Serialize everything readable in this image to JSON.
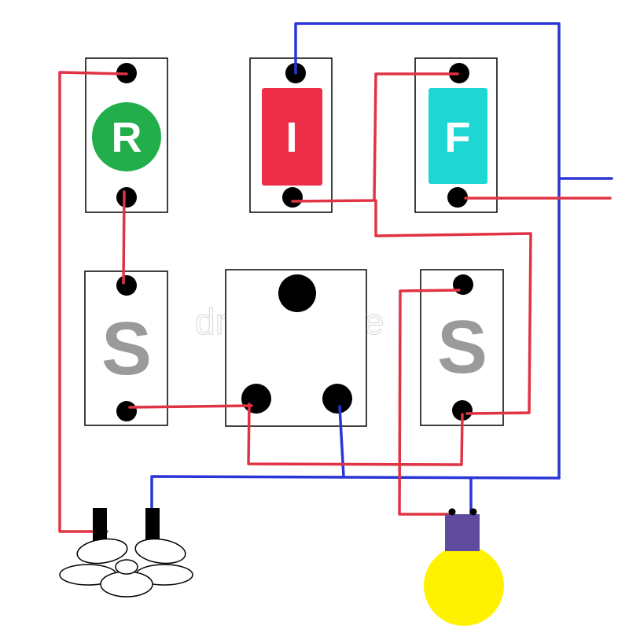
{
  "switches": [
    {
      "id": "regulator",
      "label": "R",
      "color": "#22ae4a"
    },
    {
      "id": "indicator",
      "label": "I",
      "color": "#ee2e47"
    },
    {
      "id": "fuse",
      "label": "F",
      "color": "#1ed7d2"
    },
    {
      "id": "switch-left",
      "label": "S",
      "color": "#9a9a9a"
    },
    {
      "id": "switch-right",
      "label": "S",
      "color": "#9a9a9a"
    }
  ],
  "colors": {
    "live_wire": "#e03344",
    "neutral_wire": "#2a35d6",
    "bulb_glass": "#fff200",
    "bulb_cap": "#5f4a9e"
  },
  "watermark": "dreamstime"
}
